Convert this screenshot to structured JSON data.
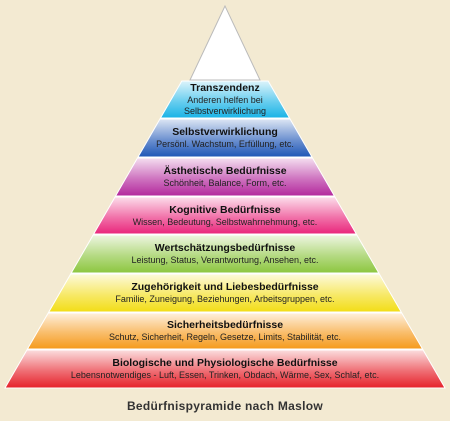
{
  "caption": "Bedürfnispyramide nach Maslow",
  "levels": [
    {
      "title": "Transzendenz",
      "desc_lines": [
        "Anderen helfen bei",
        "Selbstverwirklichung"
      ],
      "color": "#19b3e6"
    },
    {
      "title": "Selbstverwirklichung",
      "desc_lines": [
        "Persönl. Wachstum, Erfüllung, etc."
      ],
      "color": "#1e56b6"
    },
    {
      "title": "Ästhetische Bedürfnisse",
      "desc_lines": [
        "Schönheit, Balance, Form, etc."
      ],
      "color": "#b3289c"
    },
    {
      "title": "Kognitive Bedürfnisse",
      "desc_lines": [
        "Wissen, Bedeutung, Selbstwahrnehmung, etc."
      ],
      "color": "#e9267b"
    },
    {
      "title": "Wertschätzungsbedürfnisse",
      "desc_lines": [
        "Leistung, Status, Verantwortung, Ansehen, etc."
      ],
      "color": "#8cc63f"
    },
    {
      "title": "Zugehörigkeit und Liebesbedürfnisse",
      "desc_lines": [
        "Familie, Zuneigung, Beziehungen, Arbeitsgruppen, etc."
      ],
      "color": "#f2dd16"
    },
    {
      "title": "Sicherheitsbedürfnisse",
      "desc_lines": [
        "Schutz, Sicherheit, Regeln, Gesetze, Limits, Stabilität, etc."
      ],
      "color": "#f59a1b"
    },
    {
      "title": "Biologische und Physiologische Bedürfnisse",
      "desc_lines": [
        "Lebensnotwendiges - Luft, Essen, Trinken, Obdach, Wärme, Sex, Schlaf, etc."
      ],
      "color": "#e6212a"
    }
  ]
}
